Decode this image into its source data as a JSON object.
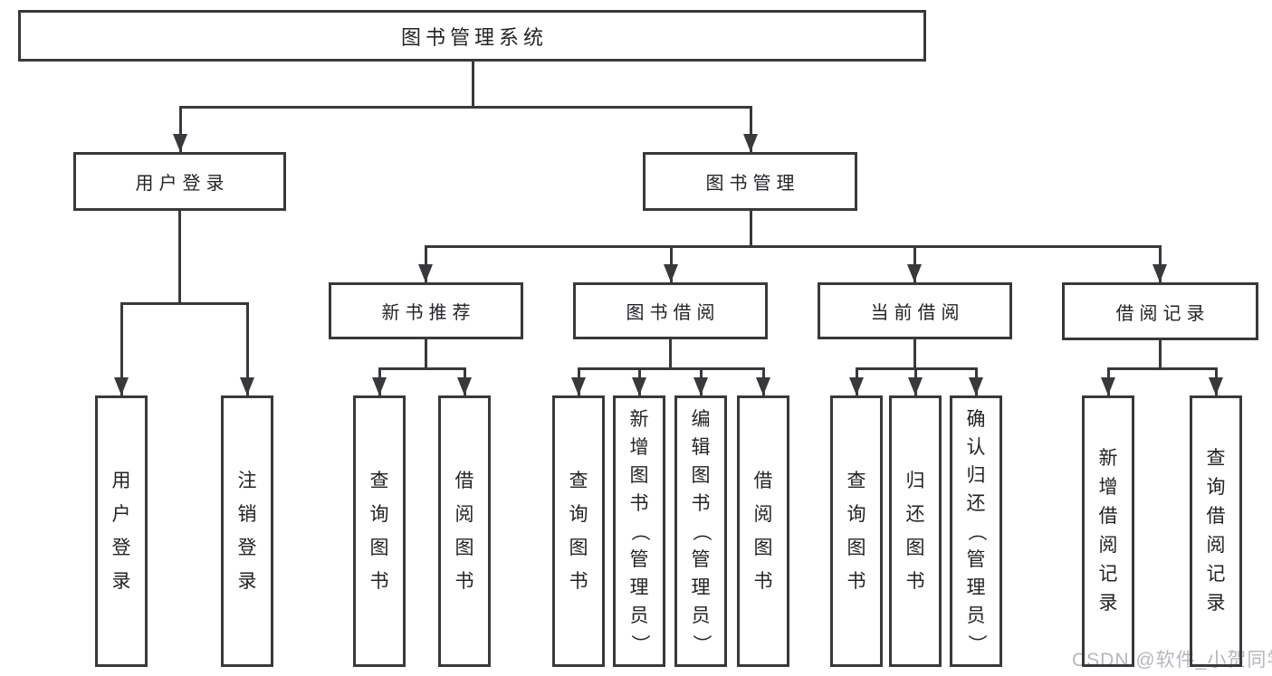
{
  "title": "图书管理系统",
  "watermark": "CSDN @软件_小贺同学",
  "colors": {
    "line": "#38393d",
    "text": "#222327",
    "background": "#ffffff",
    "watermark": "#b3b7bf"
  },
  "nodes": [
    {
      "id": "root",
      "label": "图书管理系统",
      "parent": null,
      "vertical": false
    },
    {
      "id": "login",
      "label": "用户登录",
      "parent": "root",
      "vertical": false
    },
    {
      "id": "mgmt",
      "label": "图书管理",
      "parent": "root",
      "vertical": false
    },
    {
      "id": "login-user",
      "label": "用户登录",
      "parent": "login",
      "vertical": true
    },
    {
      "id": "login-logout",
      "label": "注销登录",
      "parent": "login",
      "vertical": true
    },
    {
      "id": "rec",
      "label": "新书推荐",
      "parent": "mgmt",
      "vertical": false
    },
    {
      "id": "borrow",
      "label": "图书借阅",
      "parent": "mgmt",
      "vertical": false
    },
    {
      "id": "current",
      "label": "当前借阅",
      "parent": "mgmt",
      "vertical": false
    },
    {
      "id": "records",
      "label": "借阅记录",
      "parent": "mgmt",
      "vertical": false
    },
    {
      "id": "rec-query",
      "label": "查询图书",
      "parent": "rec",
      "vertical": true
    },
    {
      "id": "rec-borrow",
      "label": "借阅图书",
      "parent": "rec",
      "vertical": true
    },
    {
      "id": "borrow-query",
      "label": "查询图书",
      "parent": "borrow",
      "vertical": true
    },
    {
      "id": "borrow-add",
      "label": "新增图书（管理员）",
      "parent": "borrow",
      "vertical": true
    },
    {
      "id": "borrow-edit",
      "label": "编辑图书（管理员）",
      "parent": "borrow",
      "vertical": true
    },
    {
      "id": "borrow-borrow",
      "label": "借阅图书",
      "parent": "borrow",
      "vertical": true
    },
    {
      "id": "current-query",
      "label": "查询图书",
      "parent": "current",
      "vertical": true
    },
    {
      "id": "current-return",
      "label": "归还图书",
      "parent": "current",
      "vertical": true
    },
    {
      "id": "current-confirm",
      "label": "确认归还（管理员）",
      "parent": "current",
      "vertical": true
    },
    {
      "id": "records-add",
      "label": "新增借阅记录",
      "parent": "records",
      "vertical": true
    },
    {
      "id": "records-query",
      "label": "查询借阅记录",
      "parent": "records",
      "vertical": true
    }
  ]
}
